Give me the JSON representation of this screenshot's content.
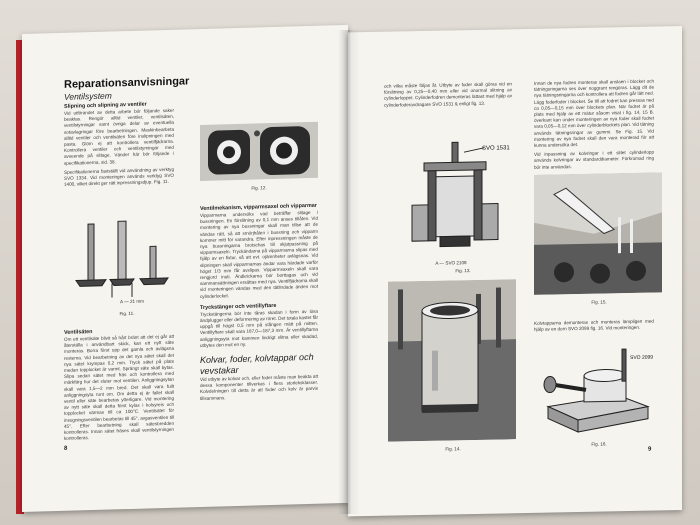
{
  "left_page": {
    "title": "Reparationsanvisningar",
    "subtitle": "Ventilsystem",
    "section1_heading": "Slipning och slipning av ventiler",
    "section1_body": "Vid utförandet av detta arbete bör följande saker beaktas. Rengör alltid ventiler, ventilsäten, ventilstyrningar samt övriga delar av eventuella sotavlagringar före bearbetningen. Maskinbearbeta alltid ventiler och ventilsäten före inslipningen med pasta. Glöm ej att kontrollera ventilfjädrarna. Kontrollera ventiler och ventilstyrningar med avseende på slitage. Vänder här bör följande i specifikationerna, sid. 38.",
    "section1_body2": "Specifikationerna fastställt vid användning av verktyg SVO 1334. Vid monteringen används verktyg SVO 1400, vilket direkt ger rätt inpressningsdjup. Fig. 11.",
    "fig11_measure": "A — 21 mm",
    "fig11_caption": "Fig. 11.",
    "section2_heading": "Ventilsäten",
    "section2_body": "Om ett ventilsäte blivit så hårt bränt att det ej går att återställa i användbart skick, kan ett nytt säte monteras. Borra först upp det gamla och avlägsna resterna. Vid bearbetning av det nya sätet skall det nya sätet krympas 0,2 mm. Tryck sätet på plats medan topplocket är varmt. Sprängt säte skall bytas. Slipa sedan sätet med fräs och kontrollera med märkfärg hur det sluter mot ventilen. Anliggningsytan skall vara 1,5—2 mm bred. Det skall vara fullt anliggningsyta runt om. Om detta ej är fallet skall ventil eller säte bearbetas ytterligare. Vid montering av nytt säte skall detta först kylas i kolsyreis och topplocket värmas till ca 100°C. Ventilsätet för insugningsventilen bearbetas till 45°, avgasventilen till 45°. Efter bearbetning skall sätesbredden kontrolleras. Innan sätet fräses skall ventilstyrningen kontrolleras.",
    "fig12_caption": "Fig. 12.",
    "section3_heading": "Ventilmekanism, vipparmsaxel och vipparmar",
    "section3_body": "Vipparmarna undersöks vad beträffar slitage i bussningen. En förslitning av 0,1 mm anses tillåten. Vid montering av nya bussningar skall man tillse att de vändas rätt, så att smörjhålen i bussning och vipparm kommer mitt för varandra. Efter inpressningen måste de nya bussningarna brotschas till skjutpassning på vipparmsaxeln. Tryckändarna på vipparmarna slipas med hjälp av en fixtur, så att evt. ojämnheter avlägsnas. Vid slipningen skall vipparmarnas ändar vara härdade varför högst 1/3 mm får avslipas. Vipparmsaxeln skall vara rengjord inuti. Ändkrickarna bör borttagas och vid sammansättningen ersättas med nya. Ventilfjädrarna skall vid monteringen vändas med den tätlindade änden mot cylinderlocket.",
    "section4_heading": "Tryckstänger och ventillyftare",
    "section4_body": "Tryckstängerna bör inte tåras skadan i form av lösa ändplugger eller deformering av röret. Det totala kastet får uppgå till högst 0,5 mm på stången mätt på mitten. Ventillyftare skall vara 187,0—187,3 mm. Är ventillyftarna anliggningsyta mot kammen lindrigt slitna eller skadad, utbytes den mot en ny.",
    "section5_heading": "Kolvar, foder, kolvtappar och vevstakar",
    "section5_body": "Vid utbyte av kolvar och, eller foder måste man beakta att dessa komponenter tillverkas i flera storleksklasser. Kolvdelningen till detta är att foder och kolv är parvis tillsammans.",
    "page_number": "8"
  },
  "right_page": {
    "col1_top": "och vilka måste följas åt. Utbyte av foder skall göras vid en förslitning av 0,25—0,40 mm eller vid onormal slitning av cylinderloppet. Cylinderfodren demonteras lättast med hjälp av cylinderfoderavdragare SVO 1531 & enligt fig. 13.",
    "fig13_label": "SVO 1531",
    "fig13_measure": "A — SVO 2108",
    "fig13_caption": "Fig. 13.",
    "fig14_caption": "Fig. 14.",
    "col2_top": "Innan de nya fodren monteras skall anslaen i blocket och tätningsringarna ses över noggrant rengöras. Lägg dit de nya tätningsringarna och kontrollera att fodren går lätt ned. Lägg foderfoder i blocket. Se till att fodret kan pressas ned ca 0,05—0,15 mm över blockets plan. När fodret är på plats med hjälp av ett mätur såsom visat i fig. 14, 15 B. överkant kan under monteringen av nya foder skall fodret vara 0,05—0,12 mm över cylinderblockets plan. Vid tätning används tätningsringar av gummi. Se Fig. 15. Vid montering av nya fodret skall den vara monterad för att kunna undersöka det.",
    "col2_mid": "Vid inpassning av kolvringar i ett slitet cylinderlopp används kolvringar av standarddiameter. Förkromad ring bör inte användas.",
    "fig15_caption": "Fig. 15.",
    "col2_bottom": "Kolvtapparna demonteras och monteras lämpligen med hjälp av en dorn SVO 2099 fig. 16. Vid monteringen.",
    "fig16_label": "SVO 2099",
    "fig16_caption": "Fig. 16.",
    "page_number": "9"
  },
  "colors": {
    "paper": "#f6f4ef",
    "text": "#3a3a3a",
    "spine": "#b8232a",
    "table": "#d9d4cd"
  }
}
